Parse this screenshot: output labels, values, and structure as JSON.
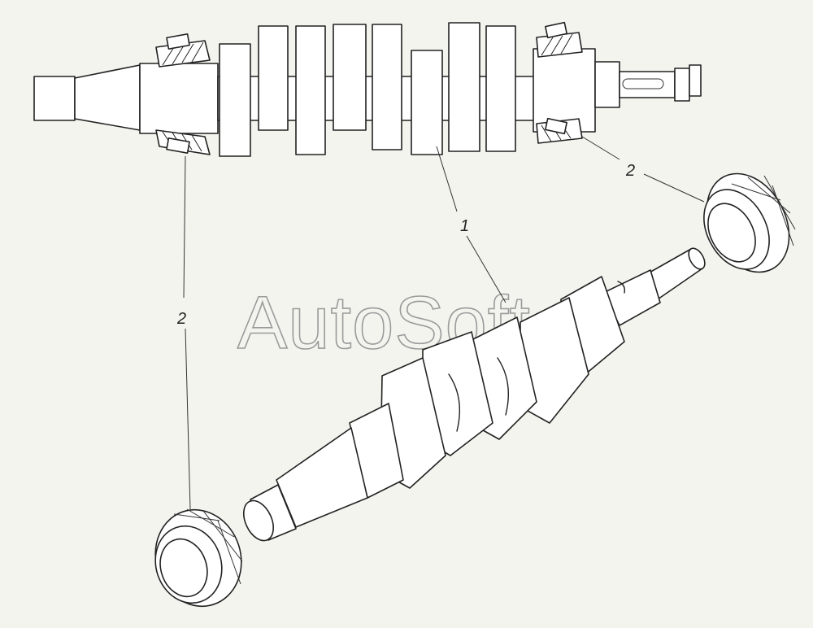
{
  "diagram": {
    "callouts": [
      {
        "id": "c1",
        "label": "1"
      },
      {
        "id": "c2a",
        "label": "2"
      },
      {
        "id": "c2b",
        "label": "2"
      }
    ]
  },
  "watermark": {
    "text": "AutoSoft"
  },
  "colors": {
    "background": "#f4f4ef",
    "line": "#222222",
    "watermark": "#9a9a9a"
  }
}
